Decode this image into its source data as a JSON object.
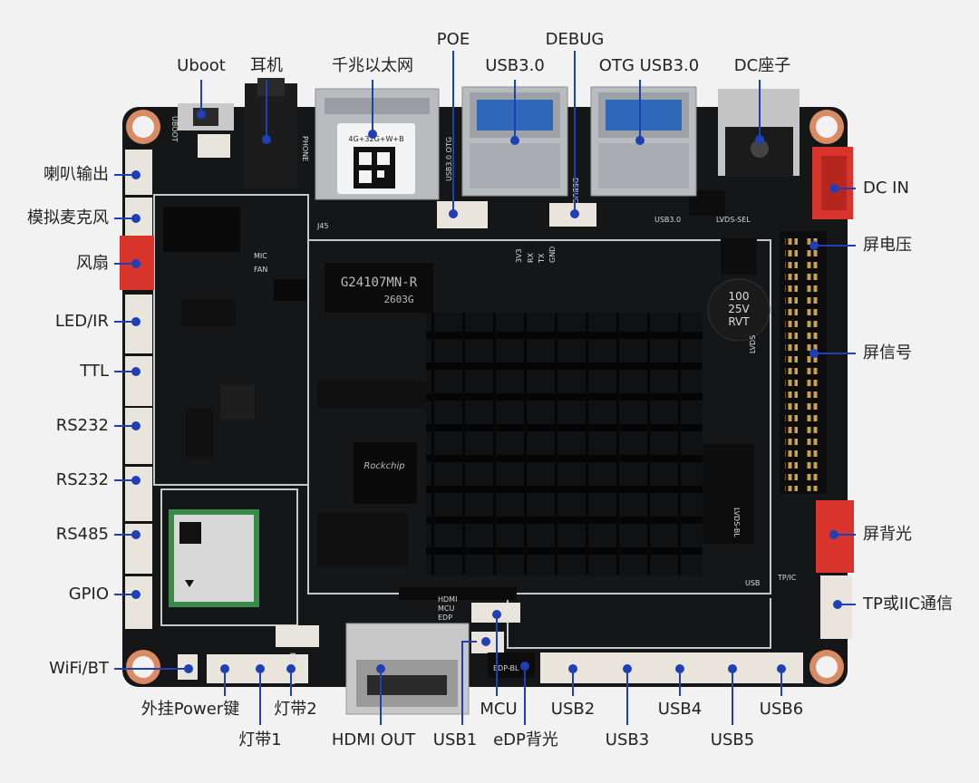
{
  "board": {
    "chip_marking": "Rockchip",
    "phy_marking_1": "G24107MN-R",
    "phy_marking_2": "2603G",
    "cap_marking": [
      "100",
      "25V",
      "RVT"
    ],
    "module_marking": "4G+32G+W+B",
    "silk": {
      "usb30_otg": "USB3.0 OTG",
      "debug": "DEBUG",
      "phone": "PHONE",
      "uboot": "UBOOT",
      "mic": "MIC",
      "fan": "FAN",
      "lvds": "LVDS",
      "lvds_sel": "LVDS-SEL",
      "lvds_bl": "LVDS-BL",
      "j45": "J45",
      "hdmi": "HDMI",
      "mcu": "MCU",
      "edp": "EDP",
      "edp_bl": "EDP-BL",
      "usb": "USB",
      "tp_ic": "TP/IC",
      "fill_led": "FILL_LED",
      "v33": "3V3",
      "rx": "RX",
      "tx": "TX",
      "gnd": "GND",
      "usb30": "USB3.0"
    }
  },
  "callouts": {
    "uboot": "Uboot",
    "headphone": "耳机",
    "ethernet": "千兆以太网",
    "poe": "POE",
    "debug": "DEBUG",
    "usb30": "USB3.0",
    "otg_usb30": "OTG USB3.0",
    "dc_jack": "DC座子",
    "speaker": "喇叭输出",
    "mic": "模拟麦克风",
    "fan": "风扇",
    "led_ir": "LED/IR",
    "ttl": "TTL",
    "rs232_a": "RS232",
    "rs232_b": "RS232",
    "rs485": "RS485",
    "gpio": "GPIO",
    "wifi_bt": "WiFi/BT",
    "dc_in": "DC IN",
    "screen_voltage": "屏电压",
    "screen_signal": "屏信号",
    "screen_backlight": "屏背光",
    "tp_iic": "TP或IIC通信",
    "ext_power_key": "外挂Power键",
    "led_strip_1": "灯带1",
    "led_strip_2": "灯带2",
    "hdmi_out": "HDMI OUT",
    "usb1": "USB1",
    "mcu": "MCU",
    "edp_backlight": "eDP背光",
    "usb2": "USB2",
    "usb3": "USB3",
    "usb4": "USB4",
    "usb5": "USB5",
    "usb6": "USB6"
  },
  "colors": {
    "pcb": "#151617",
    "pcb_trace": "#2b2d30",
    "silkscreen": "#d9d9d9",
    "leader": "#1f3fb5",
    "connector_white": "#e9e4dc",
    "connector_red": "#d8342c",
    "mount_hole": "#d98c63",
    "metal": "#b9bcbf"
  }
}
